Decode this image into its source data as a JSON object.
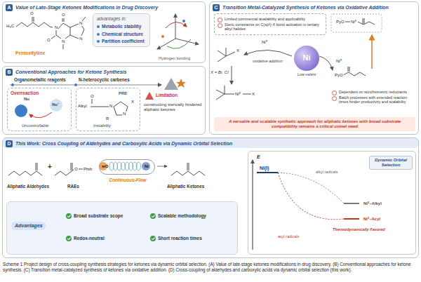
{
  "diagram": {
    "caption": "Scheme 1 Project design of cross-coupling synthesis strategies for ketones via dynamic orbital selection. (A) Value of late-stage ketones modifications in drug discovery. (B) Conventional approaches for ketone synthesis. (C) Transition metal-catalyzed synthesis of ketones via oxidative addition. (D) Cross-coupling of aldehydes and carboxylic acids via dynamic orbital selection (this work).",
    "nodes": [
      {
        "text": [
          "A",
          "Value of Late-Stage Ketones Modifications in Drug Discovery"
        ]
      },
      {
        "text": [
          "advantages in:",
          "Metabolic stability",
          "Chemical structure",
          "Partition coefficient"
        ],
        "in": 0
      },
      {
        "text": [
          "B",
          "Conventional Approaches for Ketone Synthesis"
        ]
      },
      {
        "text": [
          "Overreaction",
          "Uncontrollable"
        ],
        "in": 2
      },
      {
        "text": [
          "PRE",
          "Instability"
        ],
        "in": 2
      },
      {
        "text": [
          "C",
          "Transition Metal-Catalyzed Synthesis of Ketones via Oxidative Addition"
        ]
      },
      {
        "text": [
          "Limited commercial availability and applicability",
          "Steric constraints on C(sp³)-X bond activation in tertiary alkyl halides"
        ],
        "in": 5
      },
      {
        "text": [
          "Ni",
          "Low-valent"
        ],
        "in": 5
      },
      {
        "text": [
          "Dependent on stoichiometric reductants",
          "Batch processes with extended reaction times hinder productivity and scalability"
        ],
        "in": 5
      },
      {
        "text": [
          "A versatile and scalable synthetic approach for aliphatic ketones with broad substrate compatibility remains a critical unmet need"
        ],
        "in": 5
      },
      {
        "text": [
          "D",
          "This Work: Cross Coupling of Aldehydes and Carboxylic Acids via Dynamic Orbital Selection"
        ]
      },
      {
        "text": [
          "wO",
          "Ni",
          "Continuous-Flow"
        ],
        "in": 10
      },
      {
        "text": [
          "Advantages",
          "Broad substrate scope",
          "Scalable methodology",
          "Redox-neutral",
          "Short reaction times"
        ],
        "in": 10
      },
      {
        "text": [
          "E",
          "Ni(I)",
          "alkyl radicals",
          "Niᴵᴵ–Alkyl",
          "Niᴵᴵ–Acyl",
          "Thermodynamically Favored",
          "acyl radicals"
        ],
        "in": 10
      },
      {
        "text": [
          "Dynamic Orbital Selection"
        ],
        "in": 13
      }
    ],
    "labels": [
      "H₃C",
      "O",
      "N",
      "O",
      "N",
      "N",
      "O",
      "N",
      "Pentoxifylline",
      "Hydrogen bonding",
      "Organometallic reagents",
      "N-heterocyclic carbenes",
      "Nu",
      "Nu⁻",
      "O",
      "Alkyl",
      "N",
      "N",
      "X",
      "R",
      "Limitation",
      "constructing sterically hindered aliphatic ketones",
      "X",
      "X = Br, Cl",
      "Ni⁰",
      "oxidative addition",
      "Niᴵᴵ",
      "X",
      "PyO",
      "Niᴵᴵ",
      "Ni⁰",
      "PyO",
      "Aliphatic Aldehydes",
      "+",
      "O",
      "Phth",
      "RAEs",
      "Aliphatic Ketones"
    ]
  }
}
